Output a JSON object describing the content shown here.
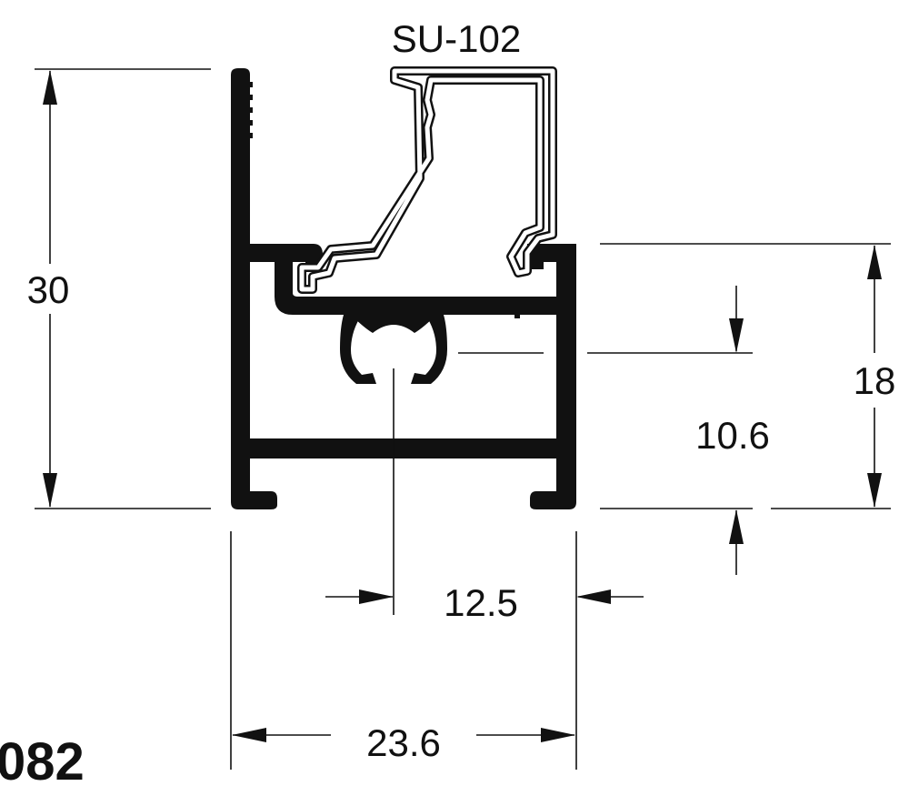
{
  "drawing": {
    "insert_label": "SU-102",
    "part_code": "082",
    "dimensions": {
      "total_height": "30",
      "frame_height": "18",
      "screw_port_height": "10.6",
      "screw_port_offset": "12.5",
      "total_width": "23.6"
    },
    "colors": {
      "ink": "#111111",
      "background": "#ffffff"
    }
  }
}
